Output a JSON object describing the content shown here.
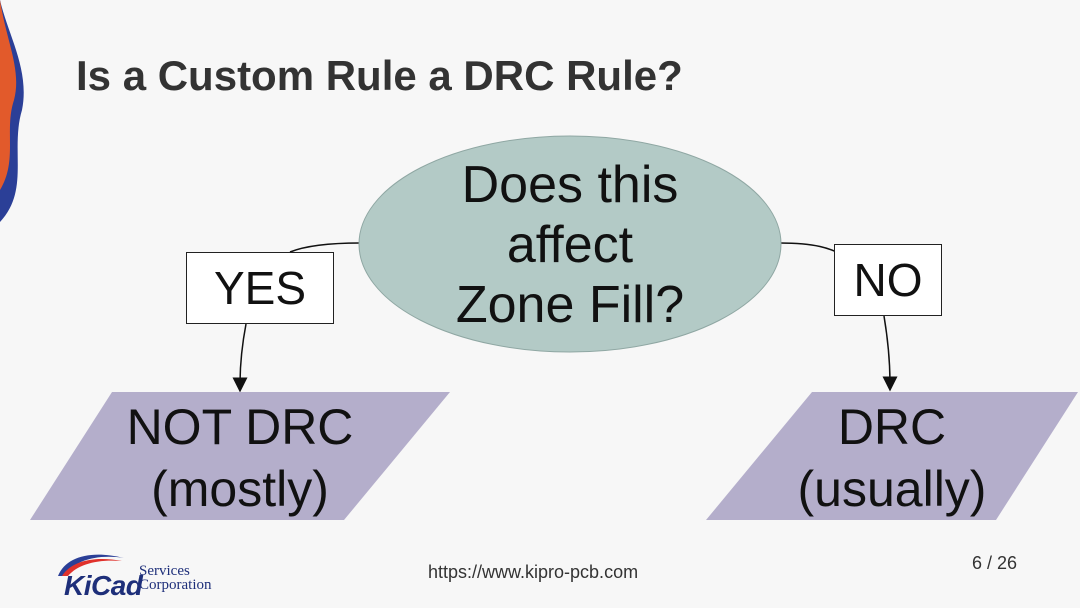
{
  "slide": {
    "title": "Is a Custom Rule a DRC Rule?",
    "footer_url": "https://www.kipro-pcb.com",
    "page_number": "6 / 26"
  },
  "diagram": {
    "question_lines": [
      "Does this",
      "affect",
      "Zone Fill?"
    ],
    "yes_label": "YES",
    "no_label": "NO",
    "yes_outcome_lines": [
      "NOT DRC",
      "(mostly)"
    ],
    "no_outcome_lines": [
      "DRC",
      "(usually)"
    ]
  },
  "logo": {
    "wordmark": "KiCad",
    "services_line1": "Services",
    "services_line2": "Corporation"
  },
  "colors": {
    "background": "#f7f7f7",
    "ellipse_fill": "#b3cac6",
    "parallelogram_fill": "#b4aecb",
    "title_text": "#333333",
    "accent_orange": "#e25a2b",
    "accent_blue": "#2b3f97"
  }
}
